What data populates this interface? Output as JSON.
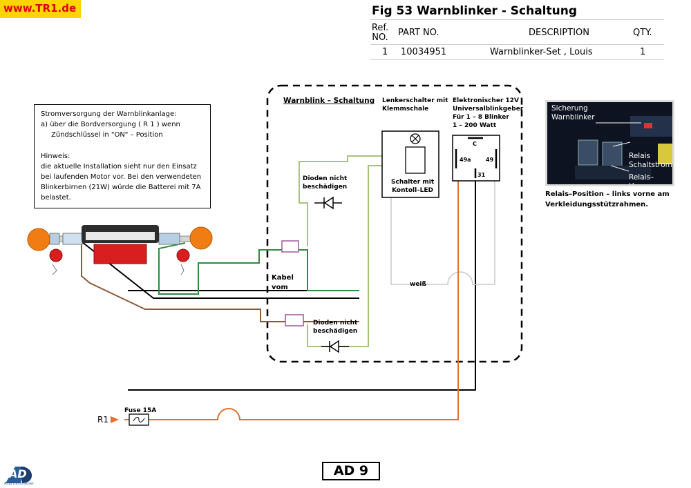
{
  "site_label": "www.TR1.de",
  "title": "Fig 53 Warnblinker - Schaltung",
  "parts_table": {
    "headers": {
      "ref_line1": "Ref.",
      "ref_line2": "NO.",
      "part": "PART NO.",
      "description": "DESCRIPTION",
      "qty": "QTY."
    },
    "rows": [
      {
        "ref": "1",
        "part": "10034951",
        "description": "Warnblinker-Set , Louis",
        "qty": "1"
      }
    ]
  },
  "info_box": {
    "line1": "Stromversorgung der Warnblinkanlage:",
    "line2": "a) über die Bordversorgung ( R 1 ) wenn",
    "line3": "Zündschlüssel in \"ON\" – Position",
    "line4": "Hinweis:",
    "line5": "die aktuelle Installation sieht nur den Einsatz",
    "line6": "bei laufenden Motor vor. Bei den verwendeten",
    "line7": "Blinkerbirnen (21W) würde die Batterei mit 7A",
    "line8": "belastet."
  },
  "diagram": {
    "section_title": "Warnblink – Schaltung",
    "handlebar_switch": {
      "line1": "Lenkerschalter mit",
      "line2": "Klemmschale"
    },
    "switch_box": {
      "line1": "Schalter mit",
      "line2": "Kontoll–LED"
    },
    "relay_heading": {
      "line1": "Elektronischer 12V",
      "line2": "Universalblinkgeber",
      "line3": "Für 1 – 8 Blinker",
      "line4": "1 – 200 Watt"
    },
    "relay_pins": {
      "c": "C",
      "p49a": "49a",
      "p49": "49",
      "p31": "31"
    },
    "diodes_top": {
      "line1": "Dioden nicht",
      "line2": "beschädigen"
    },
    "diodes_bottom": {
      "line1": "Dioden nicht",
      "line2": "beschädigen"
    },
    "cable": {
      "line1": "Kabel",
      "line2": "vom"
    },
    "wire_white": "weiß",
    "fuse": "Fuse 15A",
    "r1": "R1"
  },
  "photo": {
    "label_fuse_line1": "Sicherung",
    "label_fuse_line2": "Warnblinker",
    "label_relay1_line1": "Relais",
    "label_relay1_line2": "Schaltstrom",
    "label_relay2": "Relais–Hupe",
    "caption_line1": "Relais–Position – links vorne am",
    "caption_line2": "Verkleidungsstützrahmen."
  },
  "page_code": "AD 9",
  "logo": {
    "text": "AD",
    "subtext": "Anja Dannhäuser"
  },
  "colors": {
    "green": "#2e8b3e",
    "olive": "#a6c47a",
    "orange": "#e86f2c",
    "brown": "#8b5a3c",
    "purple": "#9b5a96",
    "grey": "#c8c8c8",
    "badge_yellow": "#ffd400",
    "badge_red": "#e0001b"
  }
}
